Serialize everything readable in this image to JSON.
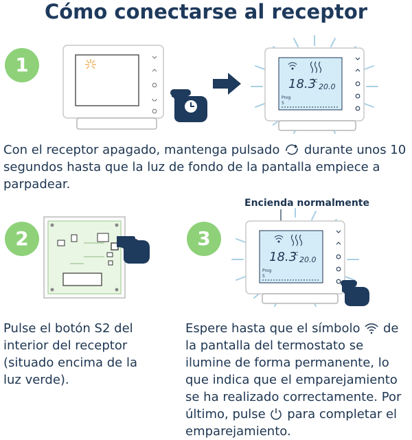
{
  "title": "Cómo conectarse al receptor",
  "step1": {
    "number": "1",
    "text_before": "Con el receptor apagado, mantenga pulsado",
    "text_after": "durante unos 10 segundos hasta que la luz de fondo de la pantalla empiece a parpadear."
  },
  "step2": {
    "number": "2",
    "text": "Pulse el botón S2 del interior del receptor (situado encima de la luz verde)."
  },
  "step3": {
    "number": "3",
    "label": "Encienda normalmente",
    "text_before": "Espere hasta que el símbolo",
    "text_middle": "de la pantalla del termostato se ilumine de forma permanente, lo que indica que el emparejamiento se ha realizado correctamente. Por último, pulse",
    "text_after": "para completar el emparejamiento."
  },
  "display": {
    "current_temp": "18.3",
    "unit": "°C",
    "set_temp": "20.0",
    "mode_label": "Prog",
    "mode_value": "5"
  },
  "colors": {
    "badge": "#8ed179",
    "navy": "#1e3a5c",
    "lcd": "#d4ecf8",
    "rays": "#a8cfe4"
  },
  "icons": [
    "wifi-icon",
    "power-icon",
    "cycle-icon",
    "clock-icon",
    "hand-icon",
    "arrow-right-icon",
    "flame-icon"
  ]
}
